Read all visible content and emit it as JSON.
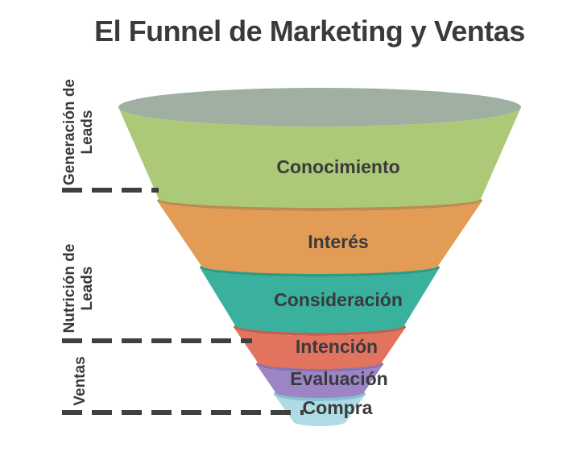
{
  "title": "El Funnel de Marketing y Ventas",
  "colors": {
    "background": "#ffffff",
    "text": "#3a3a3c",
    "divider": "#3f3f3f"
  },
  "funnel": {
    "stages": [
      {
        "label": "Conocimiento",
        "body_color": "#abc977",
        "rim_color": "#9fb0a2"
      },
      {
        "label": "Interés",
        "body_color": "#e29c55",
        "rim_color": "#bf8a4d"
      },
      {
        "label": "Consideración",
        "body_color": "#39b19c",
        "rim_color": "#2c9b87"
      },
      {
        "label": "Intención",
        "body_color": "#e2735e",
        "rim_color": "#c6604e"
      },
      {
        "label": "Evaluación",
        "body_color": "#9d85c5",
        "rim_color": "#8873ae"
      },
      {
        "label": "Compra",
        "body_color": "#aedbe4",
        "rim_color": "#84c3d2"
      }
    ]
  },
  "phases": [
    {
      "label": "Generación de Leads",
      "line1": "Generación de",
      "line2": "Leads"
    },
    {
      "label": "Nutrición de Leads",
      "line1": "Nutrición de",
      "line2": "Leads"
    },
    {
      "label": "Ventas",
      "line1": "Ventas",
      "line2": ""
    }
  ]
}
